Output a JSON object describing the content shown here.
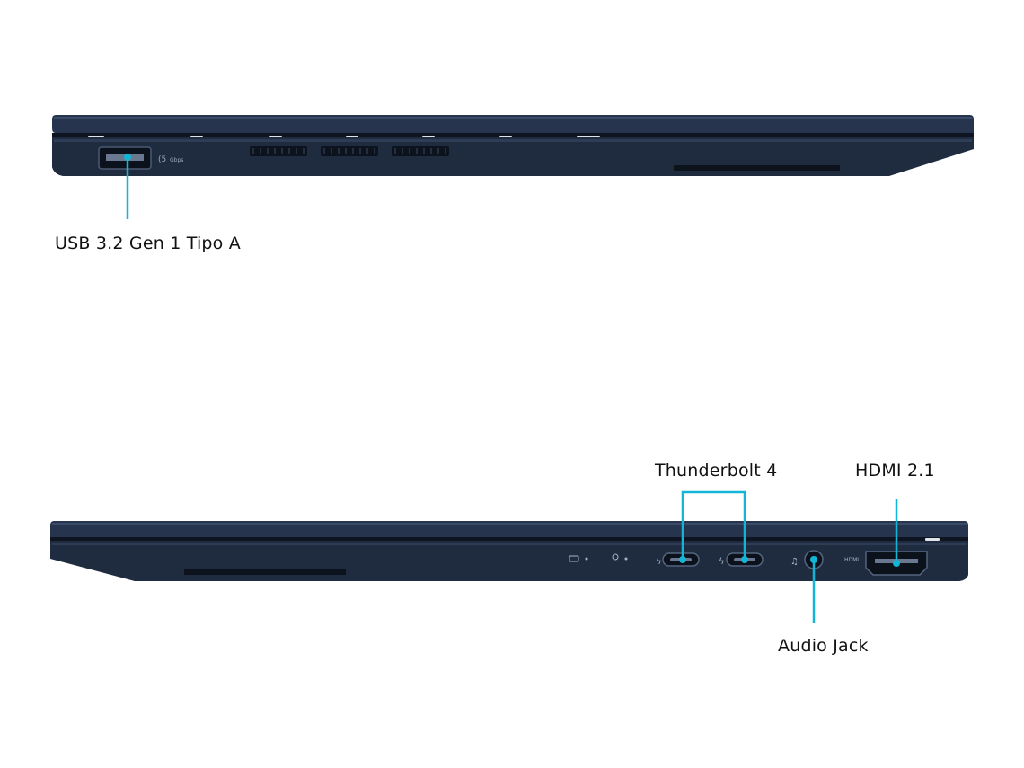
{
  "colors": {
    "chassis_dark": "#1b2536",
    "chassis_mid": "#24324a",
    "chassis_light": "#34445e",
    "callout": "#12b5d6",
    "vent": "#0d131d",
    "hinge_marks": "#dfe3ea"
  },
  "left_side": {
    "ports": [
      {
        "name": "USB 3.2 Gen 1 Tipo A",
        "icon": "usb-a-port-icon"
      }
    ],
    "callouts": {
      "usb": "USB 3.2 Gen 1 Tipo A"
    }
  },
  "right_side": {
    "ports": [
      {
        "name": "Thunderbolt 4",
        "icon": "usb-c-thunderbolt-port-icon"
      },
      {
        "name": "Thunderbolt 4",
        "icon": "usb-c-thunderbolt-port-icon"
      },
      {
        "name": "Audio Jack",
        "icon": "audio-jack-icon"
      },
      {
        "name": "HDMI 2.1",
        "icon": "hdmi-port-icon"
      }
    ],
    "callouts": {
      "thunderbolt": "Thunderbolt 4",
      "hdmi": "HDMI 2.1",
      "audio": "Audio Jack"
    },
    "port_marks": {
      "hdmi": "HDMI"
    }
  }
}
